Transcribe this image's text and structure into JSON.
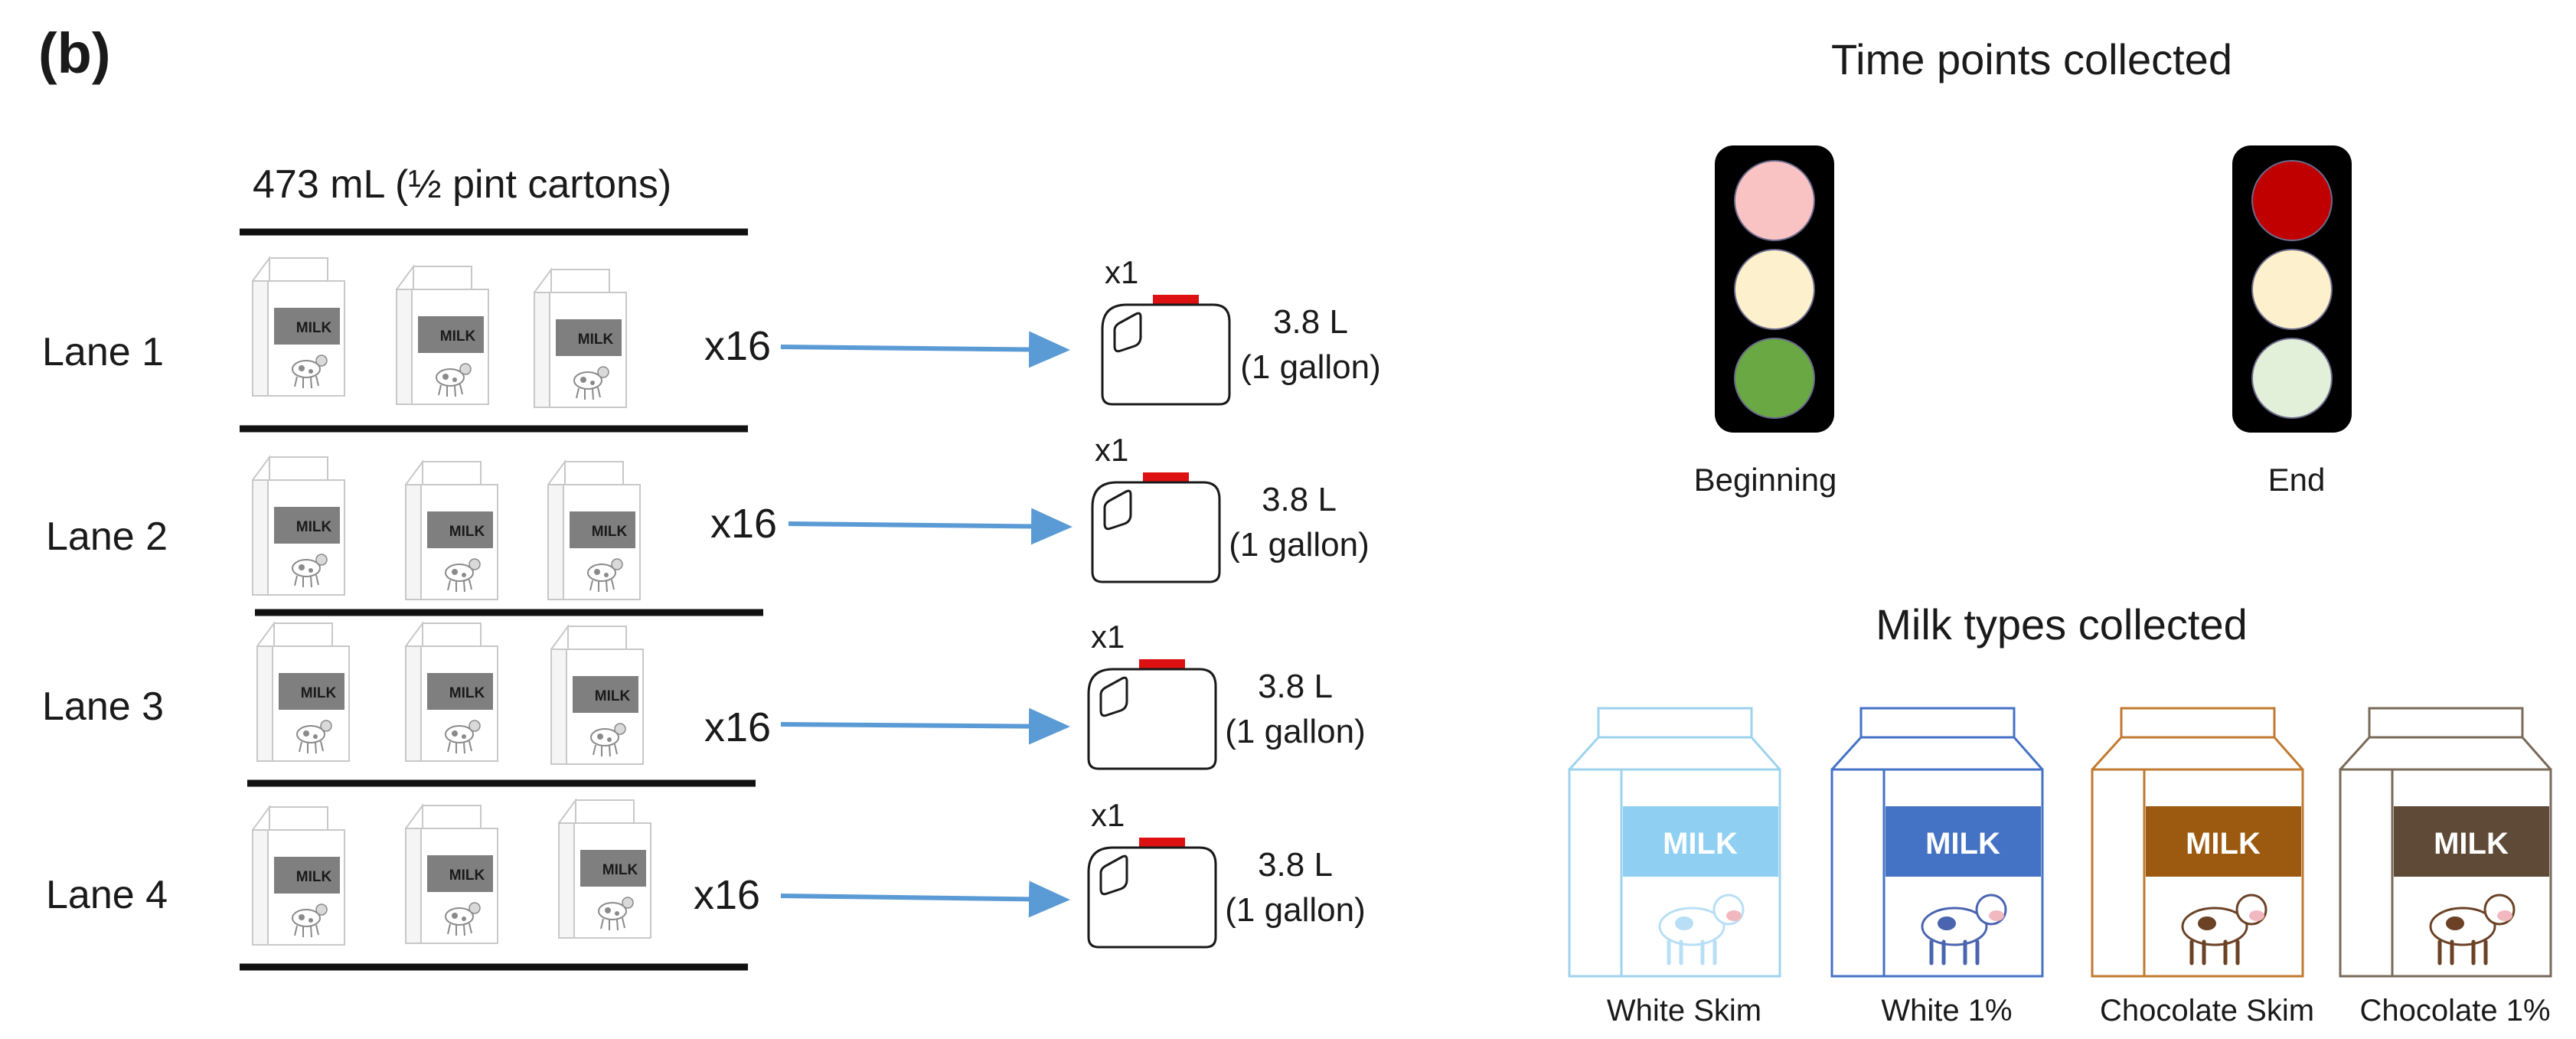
{
  "panel_label": "(b)",
  "carton_header": "473 mL (½ pint cartons)",
  "carton_label": "MILK",
  "lanes": [
    {
      "label": "Lane 1",
      "multiplier": "x16",
      "jug_count": "x1",
      "volume": "3.8 L",
      "volume_unit": "(1 gallon)"
    },
    {
      "label": "Lane 2",
      "multiplier": "x16",
      "jug_count": "x1",
      "volume": "3.8 L",
      "volume_unit": "(1 gallon)"
    },
    {
      "label": "Lane 3",
      "multiplier": "x16",
      "jug_count": "x1",
      "volume": "3.8 L",
      "volume_unit": "(1 gallon)"
    },
    {
      "label": "Lane 4",
      "multiplier": "x16",
      "jug_count": "x1",
      "volume": "3.8 L",
      "volume_unit": "(1 gallon)"
    }
  ],
  "time_points": {
    "title": "Time points collected",
    "beginning_label": "Beginning",
    "end_label": "End",
    "beginning_colors": {
      "top": "#f9c3c3",
      "middle": "#fdf0cc",
      "bottom": "#6aa843"
    },
    "end_colors": {
      "top": "#c00000",
      "middle": "#fdf0cc",
      "bottom": "#e2efd9"
    }
  },
  "milk_types": {
    "title": "Milk types collected",
    "items": [
      {
        "name": "White Skim",
        "label": "MILK",
        "outline": "#9dd3ee",
        "band": "#8fd0f2",
        "cow": "light"
      },
      {
        "name": "White 1%",
        "label": "MILK",
        "outline": "#4472c4",
        "band": "#4472c4",
        "cow": "blue"
      },
      {
        "name": "Chocolate Skim",
        "label": "MILK",
        "outline": "#c07a30",
        "band": "#9c5a10",
        "cow": "brown"
      },
      {
        "name": "Chocolate 1%",
        "label": "MILK",
        "outline": "#7a6a5a",
        "band": "#5e4a36",
        "cow": "brown"
      }
    ]
  },
  "colors": {
    "arrow": "#5b9bd5",
    "jug_cap": "#dd1111",
    "carton_band": "#7f7f7f"
  }
}
